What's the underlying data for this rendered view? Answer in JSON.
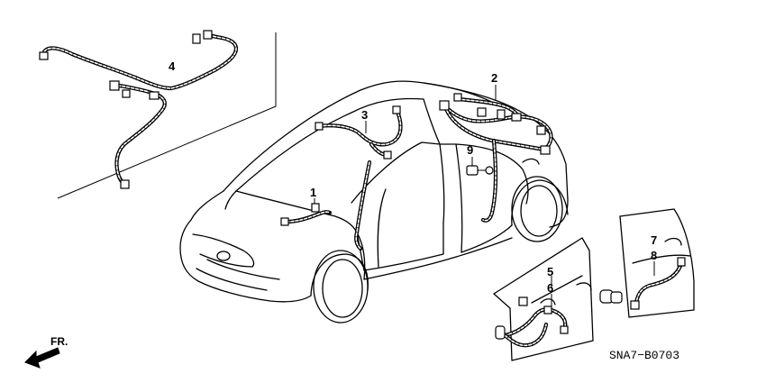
{
  "diagram": {
    "code": "SNA7−B0703",
    "front_label": "FR.",
    "callouts": [
      {
        "id": "1",
        "label": "1"
      },
      {
        "id": "2",
        "label": "2"
      },
      {
        "id": "3",
        "label": "3"
      },
      {
        "id": "4",
        "label": "4"
      },
      {
        "id": "5",
        "label": "5"
      },
      {
        "id": "6",
        "label": "6"
      },
      {
        "id": "7",
        "label": "7"
      },
      {
        "id": "8",
        "label": "8"
      },
      {
        "id": "9",
        "label": "9"
      }
    ]
  }
}
